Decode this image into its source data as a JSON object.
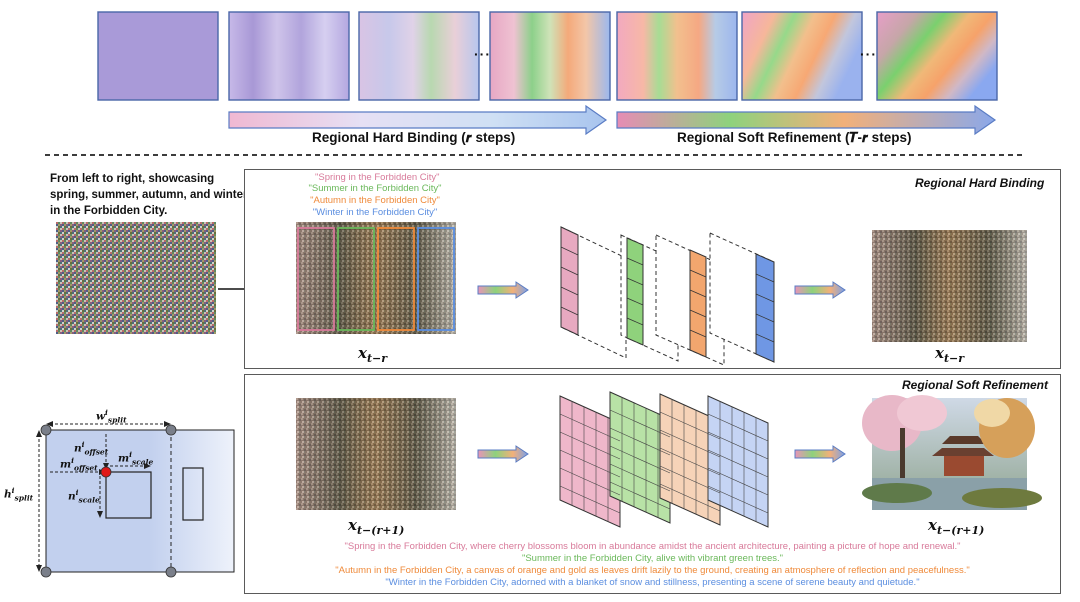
{
  "pipeline": {
    "stage_hard": "Regional Hard Binding (𝒓 steps)",
    "stage_soft": "Regional Soft Refinement (𝑻-𝒓 steps)",
    "ellipsis": "···"
  },
  "intro_text": "From left to right, showcasing spring, summer, autumn, and winter in the Forbidden City.",
  "hard_panel": {
    "title": "Regional Hard Binding",
    "prompts": [
      {
        "text": "\"Spring in the Forbidden City\"",
        "color": "#d87a9a"
      },
      {
        "text": "\"Summer in the Forbidden City\"",
        "color": "#6ab85a"
      },
      {
        "text": "\"Autumn in the Forbidden City\"",
        "color": "#ef8a3a"
      },
      {
        "text": "\"Winter in the Forbidden City\"",
        "color": "#5b8ee0"
      }
    ],
    "x_in": {
      "base": "x",
      "sub": "t−r"
    },
    "x_out": {
      "base": "x",
      "sub": "t−r"
    }
  },
  "soft_panel": {
    "title": "Regional Soft Refinement",
    "x_in": {
      "base": "x",
      "sub": "t−(r+1)"
    },
    "x_out": {
      "base": "x",
      "sub": "t−(r+1)"
    },
    "long_prompts": [
      {
        "text": "\"Spring in the Forbidden City, where cherry blossoms bloom in abundance amidst the ancient architecture, painting a picture of hope and renewal.\"",
        "color": "#d87a9a"
      },
      {
        "text": "\"Summer in the Forbidden City, alive with vibrant green trees.\"",
        "color": "#6ab85a"
      },
      {
        "text": "\"Autumn in the Forbidden City, a canvas of orange and gold as leaves drift lazily to the ground, creating an atmosphere of reflection and peacefulness.\"",
        "color": "#ef8a3a"
      },
      {
        "text": "\"Winter in the Forbidden City, adorned with a blanket of snow and stillness, presenting a scene of serene beauty and quietude.\"",
        "color": "#5b8ee0"
      }
    ]
  },
  "geometry_labels": {
    "w_split": {
      "base": "w",
      "sup": "i",
      "sub": "split"
    },
    "h_split": {
      "base": "h",
      "sup": "i",
      "sub": "split"
    },
    "n_offset": {
      "base": "n",
      "sup": "i",
      "sub": "offset"
    },
    "m_offset": {
      "base": "m",
      "sup": "i",
      "sub": "offset"
    },
    "m_scale": {
      "base": "m",
      "sup": "i",
      "sub": "scale"
    },
    "n_scale": {
      "base": "n",
      "sup": "i",
      "sub": "scale"
    }
  },
  "colors": {
    "spring": "#d87a9a",
    "summer": "#6ab85a",
    "autumn": "#ef8a3a",
    "winter": "#5b8ee0",
    "lavender": "#a99ad8",
    "arrow_blue": "#7aa0e0"
  }
}
